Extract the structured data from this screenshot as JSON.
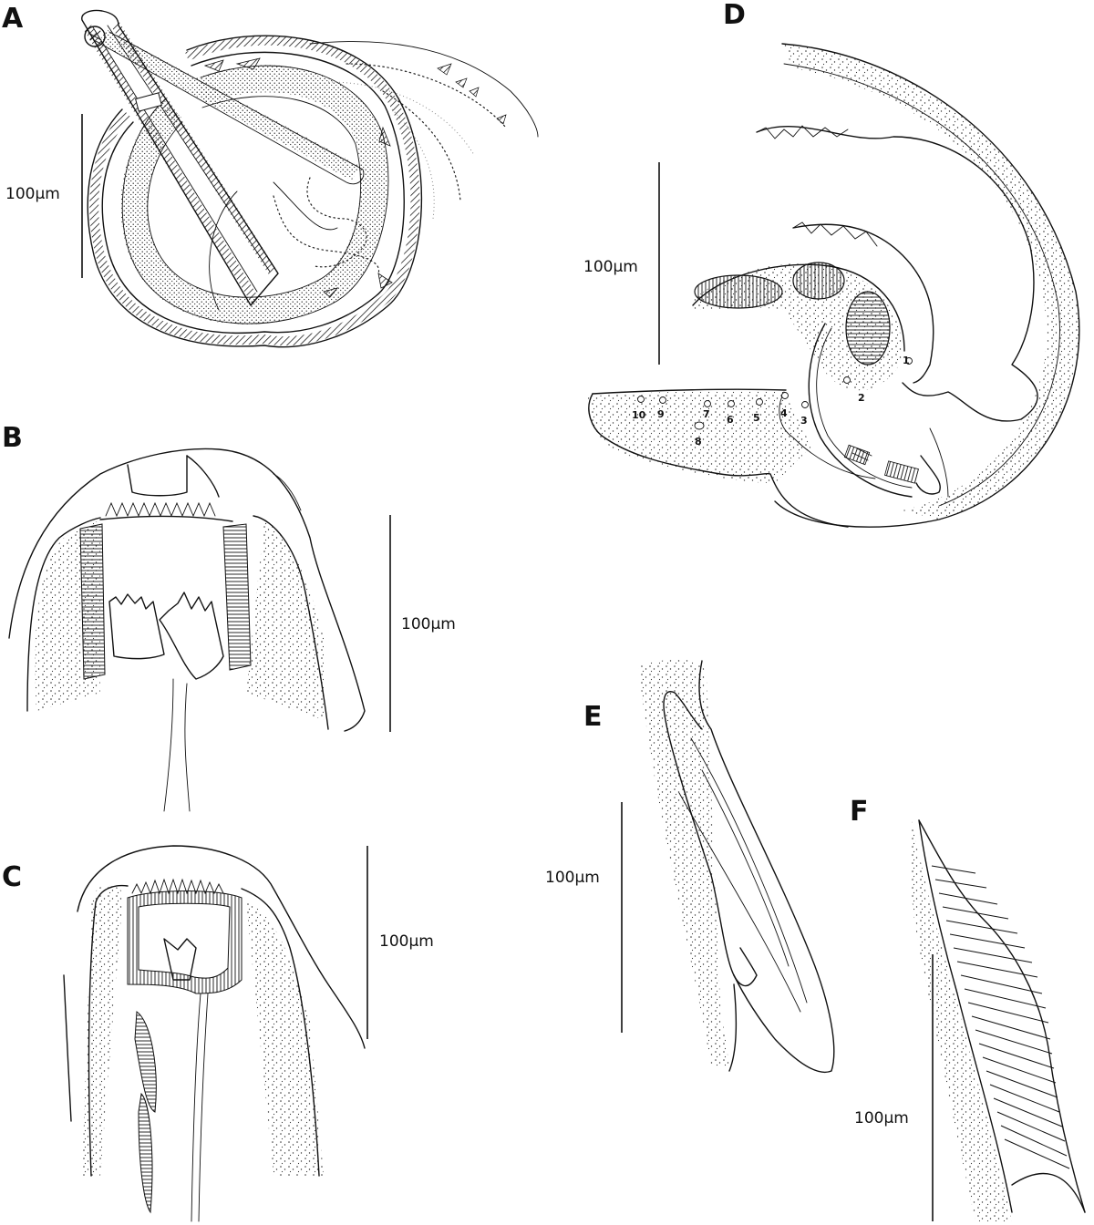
{
  "panels": [
    {
      "letter": "A",
      "scale_label": "100μm"
    },
    {
      "letter": "B",
      "scale_label": "100μm"
    },
    {
      "letter": "C",
      "scale_label": "100μm"
    },
    {
      "letter": "D",
      "scale_label": "100μm"
    },
    {
      "letter": "E",
      "scale_label": "100μm"
    },
    {
      "letter": "F",
      "scale_label": "100μm"
    }
  ],
  "papilla_numbers": [
    "1",
    "2",
    "3",
    "4",
    "5",
    "6",
    "7",
    "8",
    "9",
    "10"
  ]
}
